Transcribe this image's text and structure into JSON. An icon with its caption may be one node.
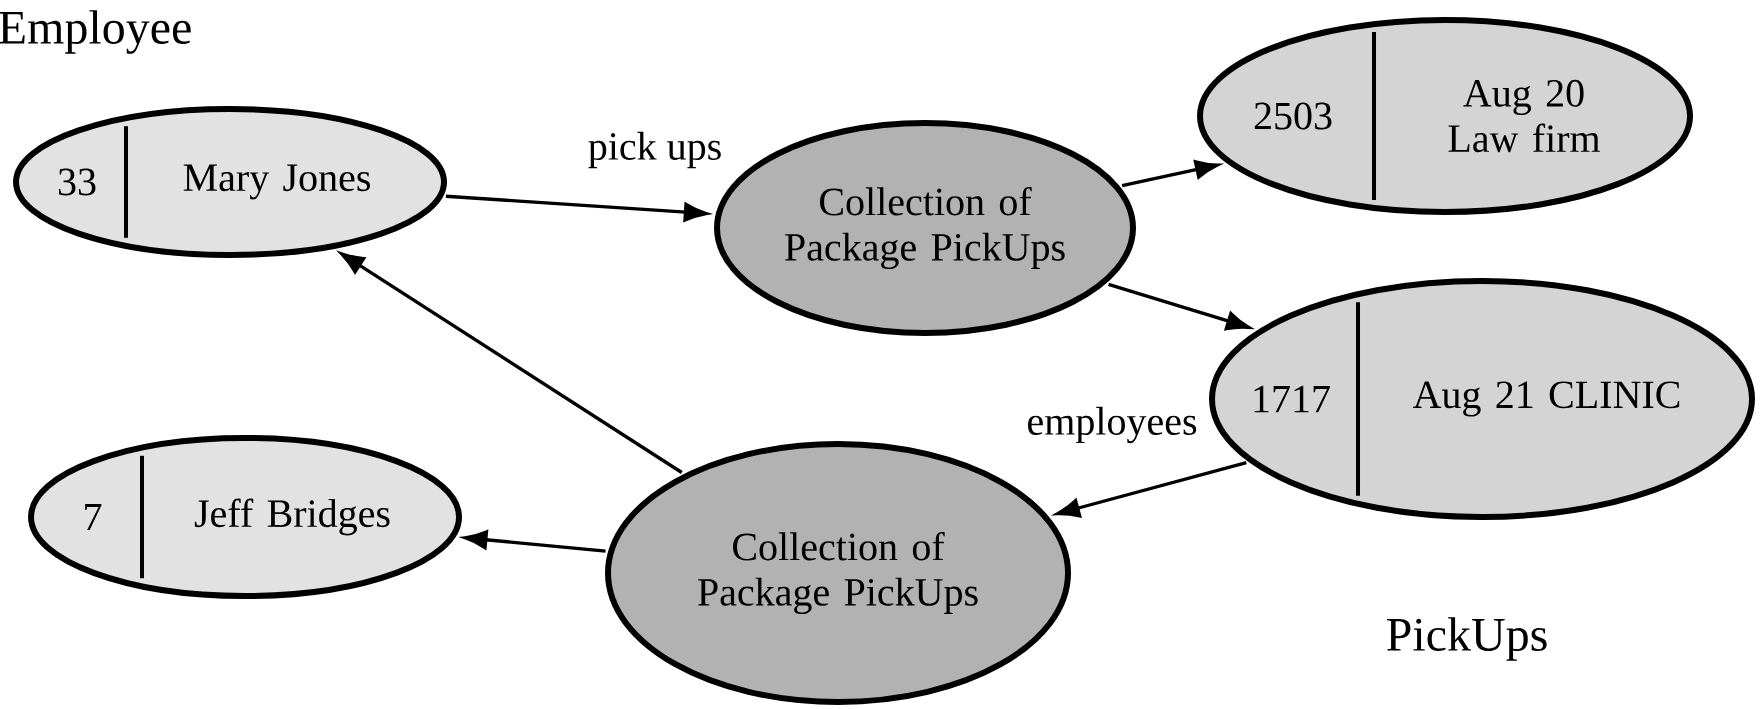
{
  "diagram": {
    "nodes": [
      {
        "text": [
          "33",
          "Mary Jones"
        ]
      },
      {
        "text": [
          "Collection of Package PickUps"
        ]
      },
      {
        "text": [
          "2503",
          "Aug 20 Law firm"
        ]
      },
      {
        "text": [
          "1717",
          "Aug 21 CLINIC"
        ]
      },
      {
        "text": [
          "7",
          "Jeff Bridges"
        ]
      },
      {
        "text": [
          "Collection of Package PickUps"
        ]
      }
    ],
    "edges": [
      {
        "from": 0,
        "to": 1,
        "arrow": "to",
        "label": "pick ups"
      },
      {
        "from": 1,
        "to": 2,
        "arrow": "to"
      },
      {
        "from": 1,
        "to": 3,
        "arrow": "to"
      },
      {
        "from": 3,
        "to": 5,
        "arrow": "to",
        "label": "employees"
      },
      {
        "from": 5,
        "to": 0,
        "arrow": "to"
      },
      {
        "from": 5,
        "to": 4,
        "arrow": "to"
      }
    ],
    "labels": [
      "Employee",
      "PickUps"
    ]
  }
}
